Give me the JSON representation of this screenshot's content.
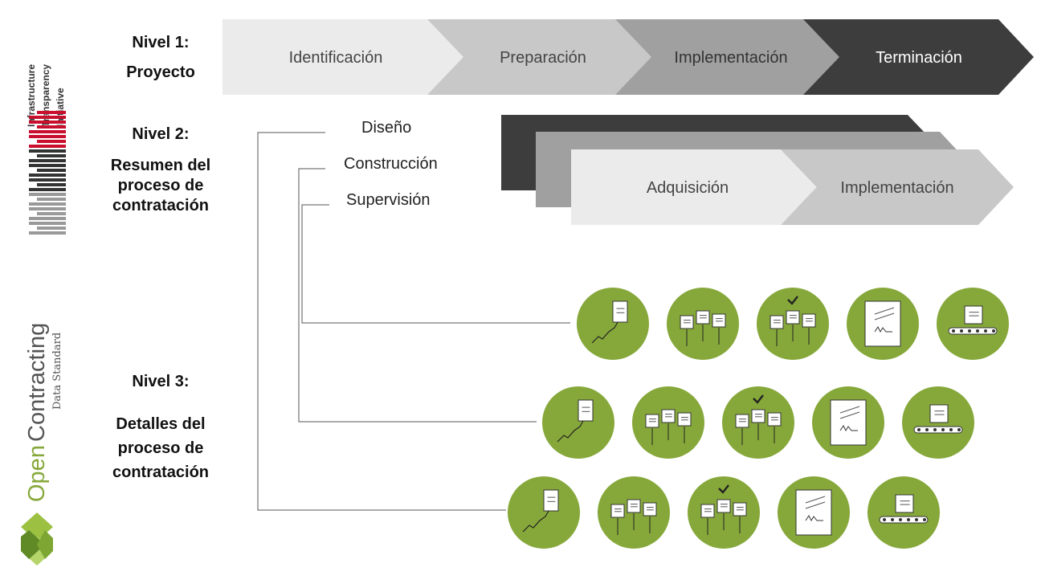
{
  "logos": {
    "cost": {
      "line1": "Infrastructure",
      "line2": "Transparency",
      "line3": "Initiative",
      "mark": "CoST"
    },
    "ocds": {
      "word1": "Open",
      "word2": "Contracting",
      "sub": "Data Standard"
    }
  },
  "levels": [
    {
      "title": "Nivel 1:",
      "subtitle": "Proyecto"
    },
    {
      "title": "Nivel 2:",
      "subtitle": "Resumen del proceso de contratación"
    },
    {
      "title": "Nivel 3:",
      "subtitle": "Detalles del proceso de contratación"
    }
  ],
  "level1_stages": [
    "Identificación",
    "Preparación",
    "Implementación",
    "Terminación"
  ],
  "contract_types": [
    "Diseño",
    "Construcción",
    "Supervisión"
  ],
  "level2_stages": [
    "Adquisición",
    "Implementación"
  ],
  "level3_icon_rows": [
    [
      "planning-icon",
      "tender-icon",
      "award-icon",
      "contract-icon",
      "implementation-icon"
    ],
    [
      "planning-icon",
      "tender-icon",
      "award-icon",
      "contract-icon",
      "implementation-icon"
    ],
    [
      "planning-icon",
      "tender-icon",
      "award-icon",
      "contract-icon",
      "implementation-icon"
    ]
  ],
  "colors": {
    "stage1": "#ebebeb",
    "stage2": "#c8c8c8",
    "stage3": "#a0a0a0",
    "stage4": "#3d3d3d",
    "icon_green": "#86a83a",
    "cost_red": "#c8102e",
    "ocds_green": "#86a83a"
  }
}
